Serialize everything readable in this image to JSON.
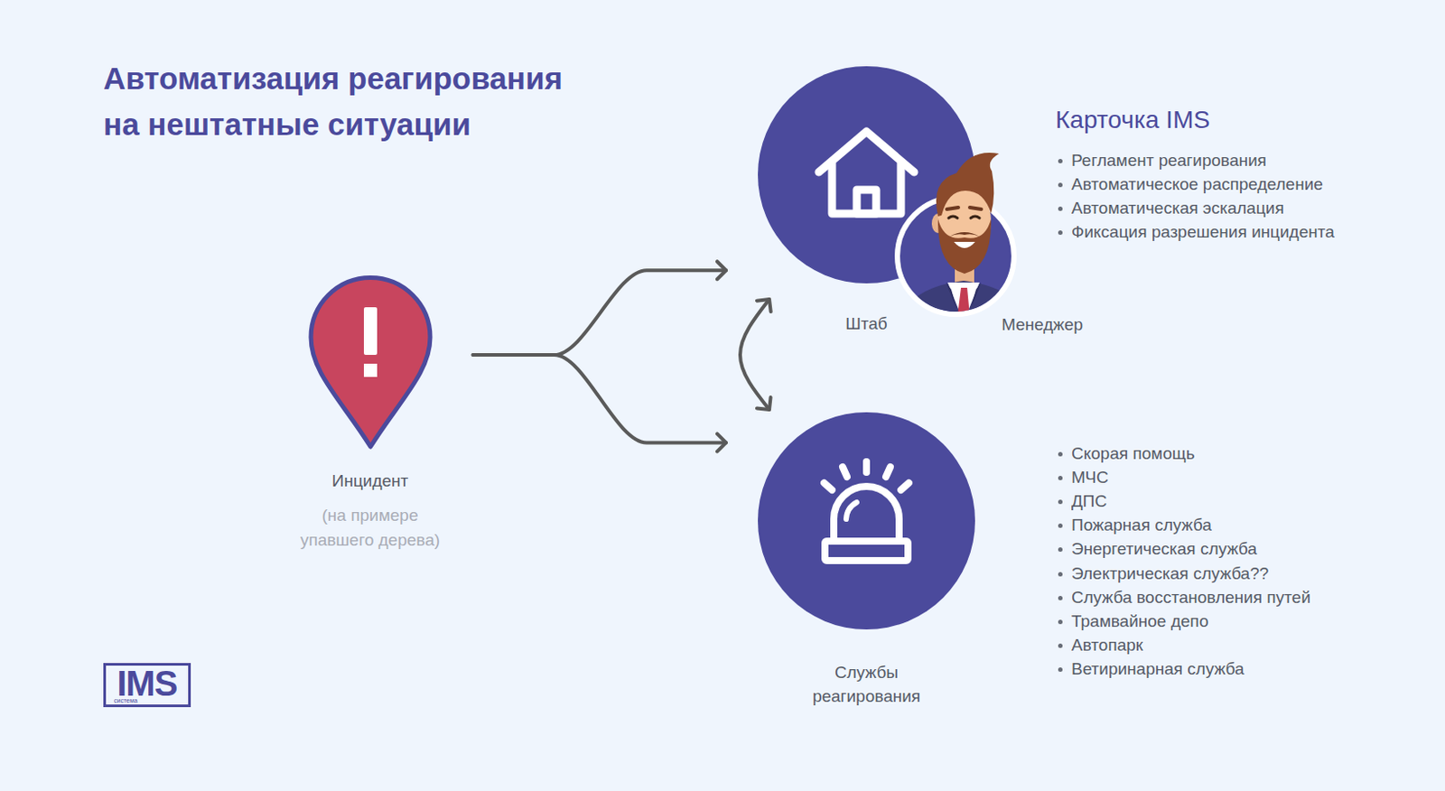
{
  "diagram": {
    "title": "Автоматизация реагирования на нештатные ситуации",
    "nodes": [
      {
        "text": [
          "Инцидент",
          "(на примере упавшего дерева)"
        ]
      },
      {
        "text": [
          "Штаб"
        ]
      },
      {
        "text": [
          "Менеджер"
        ]
      },
      {
        "text": [
          "Службы реагирования"
        ]
      }
    ],
    "edges": [
      {
        "from": 0,
        "to": 1,
        "arrow": "to"
      },
      {
        "from": 0,
        "to": 3,
        "arrow": "to"
      },
      {
        "from": 1,
        "to": 3,
        "arrow": "both"
      }
    ],
    "labels": [
      "Карточка IMS",
      "Регламент реагирования",
      "Автоматическое распределение",
      "Автоматическая эскалация",
      "Фиксация разрешения инцидента",
      "Скорая помощь",
      "МЧС",
      "ДПС",
      "Пожарная служба",
      "Энергетическая служба",
      "Электрическая служба??",
      "Служба восстановления путей",
      "Трамвайное депо",
      "Автопарк",
      "Ветиринарная служба",
      "IMS",
      "система"
    ]
  }
}
